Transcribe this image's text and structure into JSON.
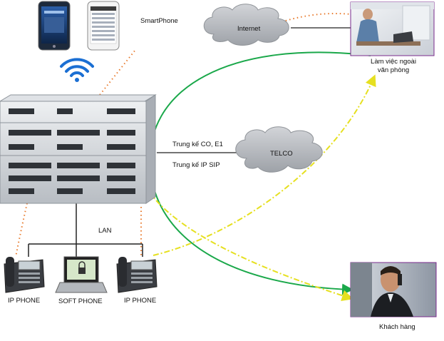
{
  "labels": {
    "smartphone": "SmartPhone",
    "internet": "Internet",
    "remote_line1": "Làm việc ngoài",
    "remote_line2": "văn phòng",
    "trunk_co": "Trung kế CO, E1",
    "trunk_sip": "Trung kế IP SIP",
    "telco": "TELCO",
    "lan": "LAN",
    "ip_phone_left": "IP PHONE",
    "soft_phone": "SOFT PHONE",
    "ip_phone_right": "IP PHONE",
    "customer": "Khách hàng"
  },
  "colors": {
    "cloud_fill": "#b9bcc1",
    "green_line": "#1aa84a",
    "orange_dotted": "#e8792b",
    "yellow_dashdot": "#e6e020",
    "wire": "#222222",
    "wifi": "#1b6fd3",
    "photo_border": "#7a2a8c",
    "rack_body": "#cfd3d8"
  },
  "icons": [
    "smartphone-icon",
    "wifi-icon",
    "pbx-rack-icon",
    "cloud-icon",
    "ip-phone-icon",
    "laptop-icon",
    "remote-worker-photo",
    "customer-photo"
  ]
}
